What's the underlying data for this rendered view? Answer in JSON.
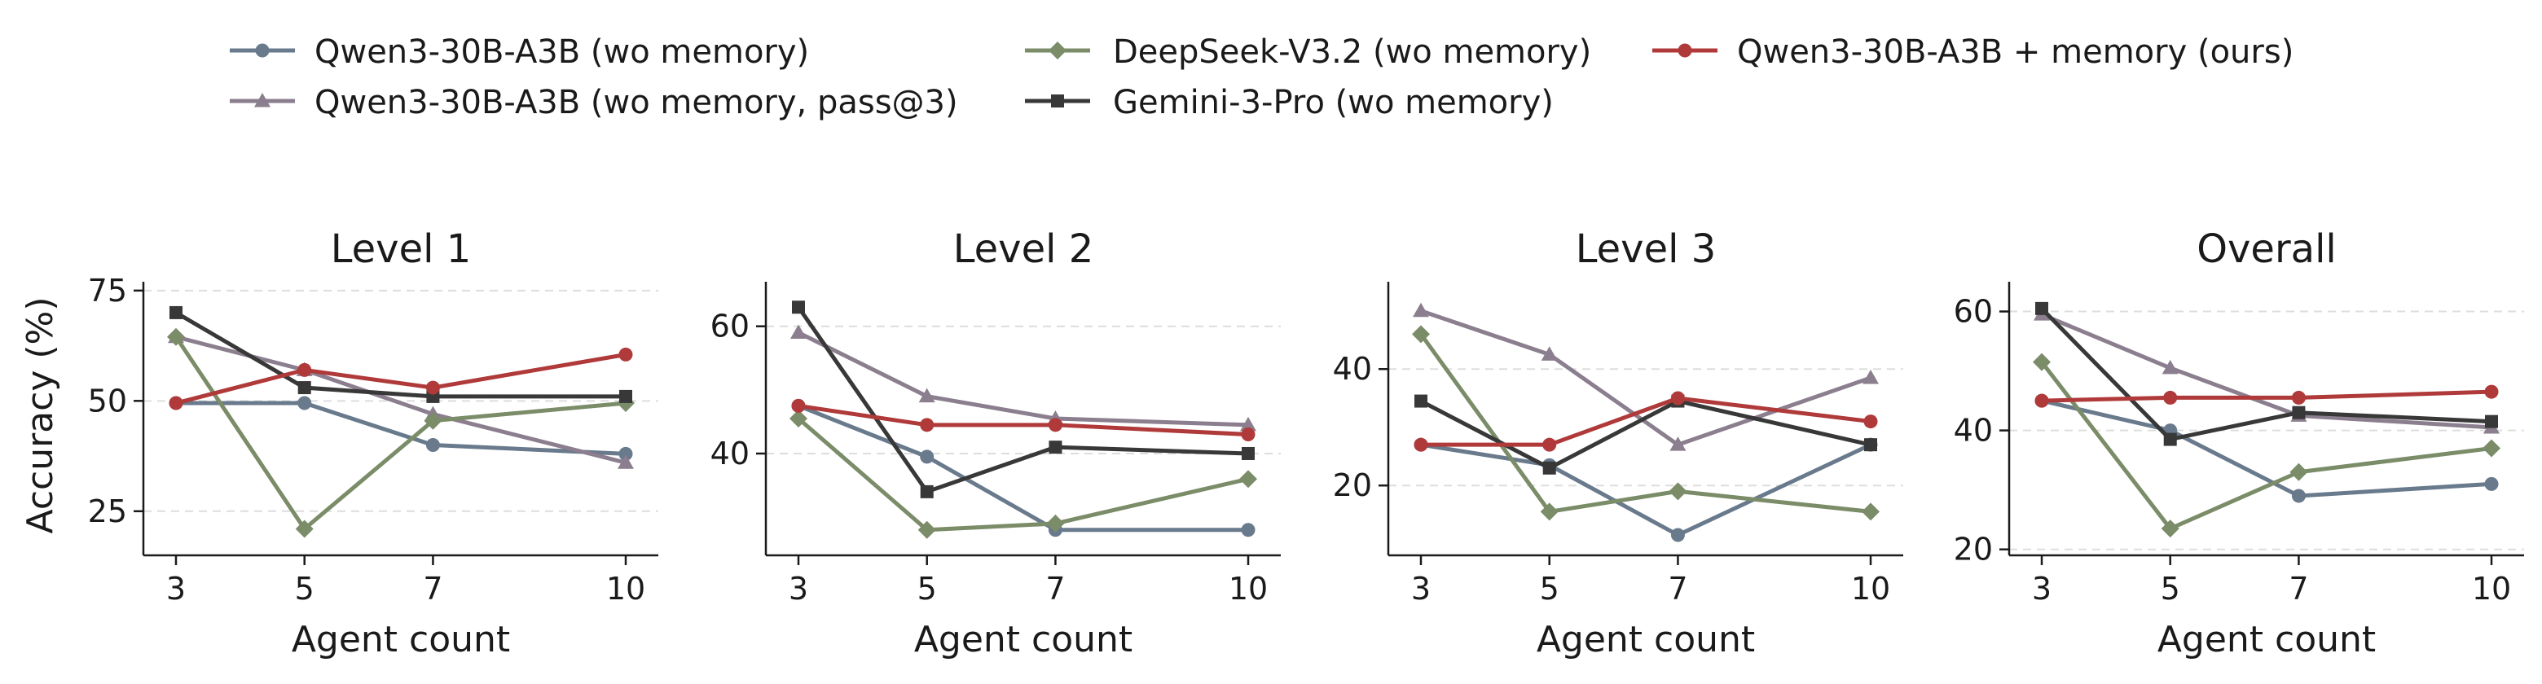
{
  "chart_data": [
    {
      "type": "line",
      "title": "Level 1",
      "xlabel": "Agent count",
      "ylabel": "Accuracy (%)",
      "x": [
        3,
        5,
        7,
        10
      ],
      "xticks": [
        "3",
        "5",
        "7",
        "10"
      ],
      "yticks": [
        "25",
        "50",
        "75"
      ],
      "ylim": [
        15,
        77
      ],
      "grid": "horizontal dashed",
      "series": [
        {
          "name": "Qwen3-30B-A3B (wo memory)",
          "values": [
            49.5,
            49.5,
            40,
            38
          ]
        },
        {
          "name": "Qwen3-30B-A3B (wo memory, pass@3)",
          "values": [
            64.5,
            57,
            47,
            36
          ]
        },
        {
          "name": "DeepSeek-V3.2 (wo memory)",
          "values": [
            64.5,
            21,
            45.5,
            49.5
          ]
        },
        {
          "name": "Gemini-3-Pro (wo memory)",
          "values": [
            70,
            53,
            51,
            51
          ]
        },
        {
          "name": "Qwen3-30B-A3B + memory (ours)",
          "values": [
            49.5,
            57,
            53,
            60.5
          ]
        }
      ]
    },
    {
      "type": "line",
      "title": "Level 2",
      "xlabel": "Agent count",
      "ylabel": "",
      "x": [
        3,
        5,
        7,
        10
      ],
      "xticks": [
        "3",
        "5",
        "7",
        "10"
      ],
      "yticks": [
        "40",
        "60"
      ],
      "ylim": [
        24,
        67
      ],
      "grid": "horizontal dashed",
      "series": [
        {
          "name": "Qwen3-30B-A3B (wo memory)",
          "values": [
            47.5,
            39.5,
            28,
            28
          ]
        },
        {
          "name": "Qwen3-30B-A3B (wo memory, pass@3)",
          "values": [
            59,
            49,
            45.5,
            44.5
          ]
        },
        {
          "name": "DeepSeek-V3.2 (wo memory)",
          "values": [
            45.5,
            28,
            29,
            36
          ]
        },
        {
          "name": "Gemini-3-Pro (wo memory)",
          "values": [
            63,
            34,
            41,
            40
          ]
        },
        {
          "name": "Qwen3-30B-A3B + memory (ours)",
          "values": [
            47.5,
            44.5,
            44.5,
            43
          ]
        }
      ]
    },
    {
      "type": "line",
      "title": "Level 3",
      "xlabel": "Agent count",
      "ylabel": "",
      "x": [
        3,
        5,
        7,
        10
      ],
      "xticks": [
        "3",
        "5",
        "7",
        "10"
      ],
      "yticks": [
        "20",
        "40"
      ],
      "ylim": [
        8,
        55
      ],
      "grid": "horizontal dashed",
      "series": [
        {
          "name": "Qwen3-30B-A3B (wo memory)",
          "values": [
            27,
            23.5,
            11.5,
            27
          ]
        },
        {
          "name": "Qwen3-30B-A3B (wo memory, pass@3)",
          "values": [
            50,
            42.5,
            27,
            38.5
          ]
        },
        {
          "name": "DeepSeek-V3.2 (wo memory)",
          "values": [
            46,
            15.5,
            19,
            15.5
          ]
        },
        {
          "name": "Gemini-3-Pro (wo memory)",
          "values": [
            34.5,
            23,
            34.5,
            27
          ]
        },
        {
          "name": "Qwen3-30B-A3B + memory (ours)",
          "values": [
            27,
            27,
            35,
            31
          ]
        }
      ]
    },
    {
      "type": "line",
      "title": "Overall",
      "xlabel": "Agent count",
      "ylabel": "",
      "x": [
        3,
        5,
        7,
        10
      ],
      "xticks": [
        "3",
        "5",
        "7",
        "10"
      ],
      "yticks": [
        "20",
        "40",
        "60"
      ],
      "ylim": [
        19,
        65
      ],
      "grid": "horizontal dashed",
      "series": [
        {
          "name": "Qwen3-30B-A3B (wo memory)",
          "values": [
            45,
            40,
            29,
            31
          ]
        },
        {
          "name": "Qwen3-30B-A3B (wo memory, pass@3)",
          "values": [
            59.5,
            50.5,
            42.5,
            40.5
          ]
        },
        {
          "name": "DeepSeek-V3.2 (wo memory)",
          "values": [
            51.5,
            23.5,
            33,
            37
          ]
        },
        {
          "name": "Gemini-3-Pro (wo memory)",
          "values": [
            60.5,
            38.5,
            43,
            41.5
          ]
        },
        {
          "name": "Qwen3-30B-A3B + memory (ours)",
          "values": [
            45,
            45.5,
            45.5,
            46.5
          ]
        }
      ]
    }
  ],
  "legend": {
    "placement": "top",
    "entries": [
      {
        "name": "Qwen3-30B-A3B (wo memory)",
        "color": "#687a8c",
        "marker": "circle"
      },
      {
        "name": "Qwen3-30B-A3B (wo memory, pass@3)",
        "color": "#8b7e8e",
        "marker": "triangle"
      },
      {
        "name": "DeepSeek-V3.2 (wo memory)",
        "color": "#7b8c68",
        "marker": "diamond"
      },
      {
        "name": "Gemini-3-Pro (wo memory)",
        "color": "#383838",
        "marker": "square"
      },
      {
        "name": "Qwen3-30B-A3B + memory (ours)",
        "color": "#b03a3a",
        "marker": "circle"
      }
    ]
  }
}
